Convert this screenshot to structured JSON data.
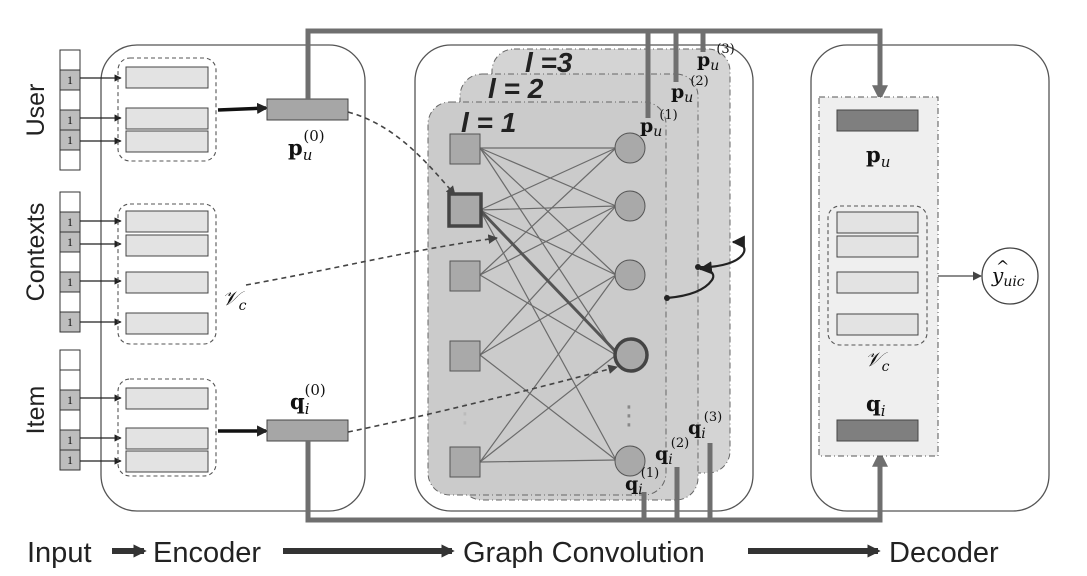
{
  "pipeline": {
    "input": "Input",
    "encoder": "Encoder",
    "graph_convolution": "Graph Convolution",
    "decoder": "Decoder"
  },
  "input_groups": {
    "user": "User",
    "contexts": "Contexts",
    "item": "Item",
    "one_hot_value": "1"
  },
  "encoder": {
    "p_u0": {
      "base": "p",
      "sub": "u",
      "sup": "(0)"
    },
    "q_i0": {
      "base": "q",
      "sub": "i",
      "sup": "(0)"
    },
    "v_c": {
      "base": "𝒱",
      "sub": "c"
    }
  },
  "graph_conv": {
    "layers": [
      "l = 1",
      "l = 2",
      "l =3"
    ],
    "p_layers": [
      {
        "base": "p",
        "sub": "u",
        "sup": "(1)"
      },
      {
        "base": "p",
        "sub": "u",
        "sup": "(2)"
      },
      {
        "base": "p",
        "sub": "u",
        "sup": "(3)"
      }
    ],
    "q_layers": [
      {
        "base": "q",
        "sub": "i",
        "sup": "(1)"
      },
      {
        "base": "q",
        "sub": "i",
        "sup": "(2)"
      },
      {
        "base": "q",
        "sub": "i",
        "sup": "(3)"
      }
    ],
    "ellipsis": "⋮"
  },
  "decoder": {
    "p_u": {
      "base": "p",
      "sub": "u"
    },
    "q_i": {
      "base": "q",
      "sub": "i"
    },
    "v_c": {
      "base": "𝒱",
      "sub": "c"
    },
    "output": {
      "base": "y",
      "hat": "^",
      "sub": "uic"
    }
  },
  "colors": {
    "panel_stroke": "#555555",
    "bar_fill": "#a6a6a6",
    "bar_fill_dark": "#7f7f7f",
    "layer_fill": "#d0d0d0",
    "node_fill": "#a9a9a9",
    "edge": "#6b6b6b",
    "light_cell": "#e3e3e3",
    "thick_line": "#6f6f6f"
  }
}
